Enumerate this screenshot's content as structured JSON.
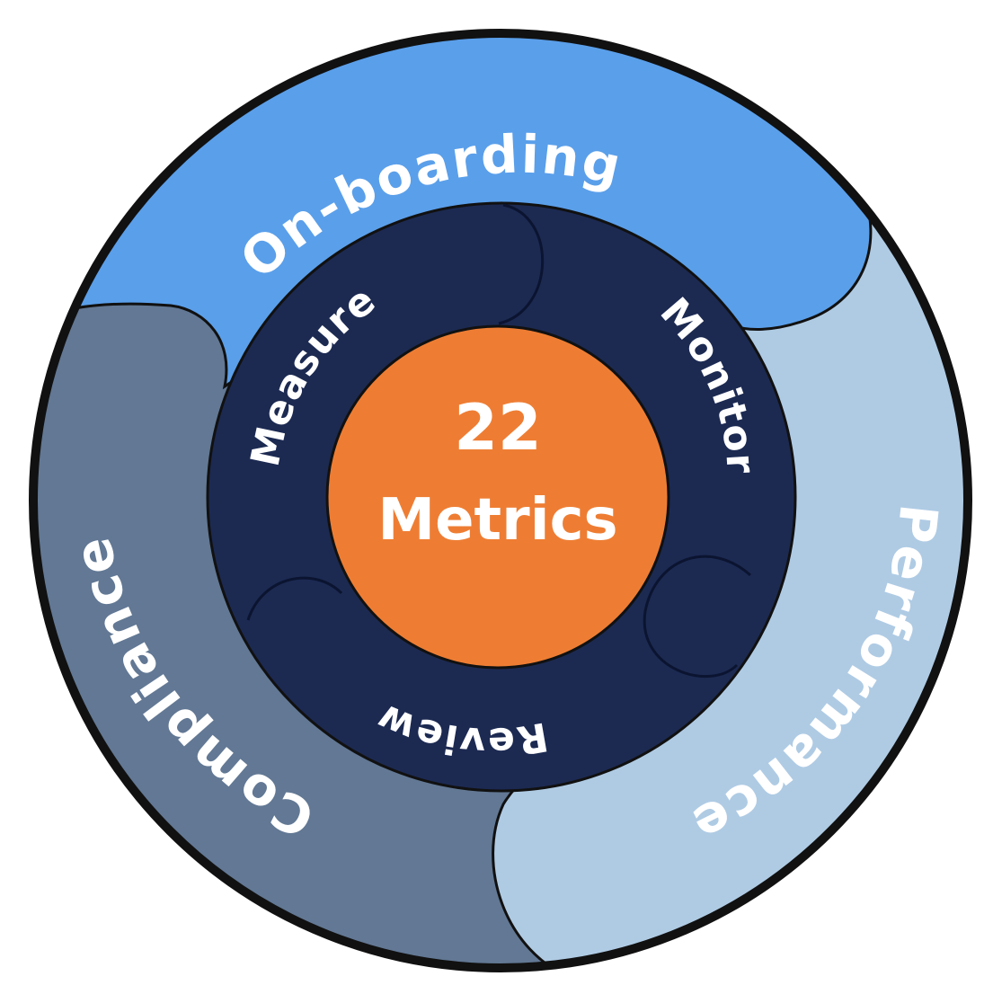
{
  "outer_segments": [
    {
      "label": "On-boarding",
      "color": "#5A9FEA"
    },
    {
      "label": "Performance",
      "color": "#AFCBE4"
    },
    {
      "label": "Compliance",
      "color": "#627894"
    }
  ],
  "inner_ring": {
    "color": "#1C2A52",
    "labels": [
      "Measure",
      "Monitor",
      "Review"
    ]
  },
  "center": {
    "number": "22",
    "word": "Metrics",
    "color": "#EE7D33"
  },
  "outline_color": "#111111"
}
